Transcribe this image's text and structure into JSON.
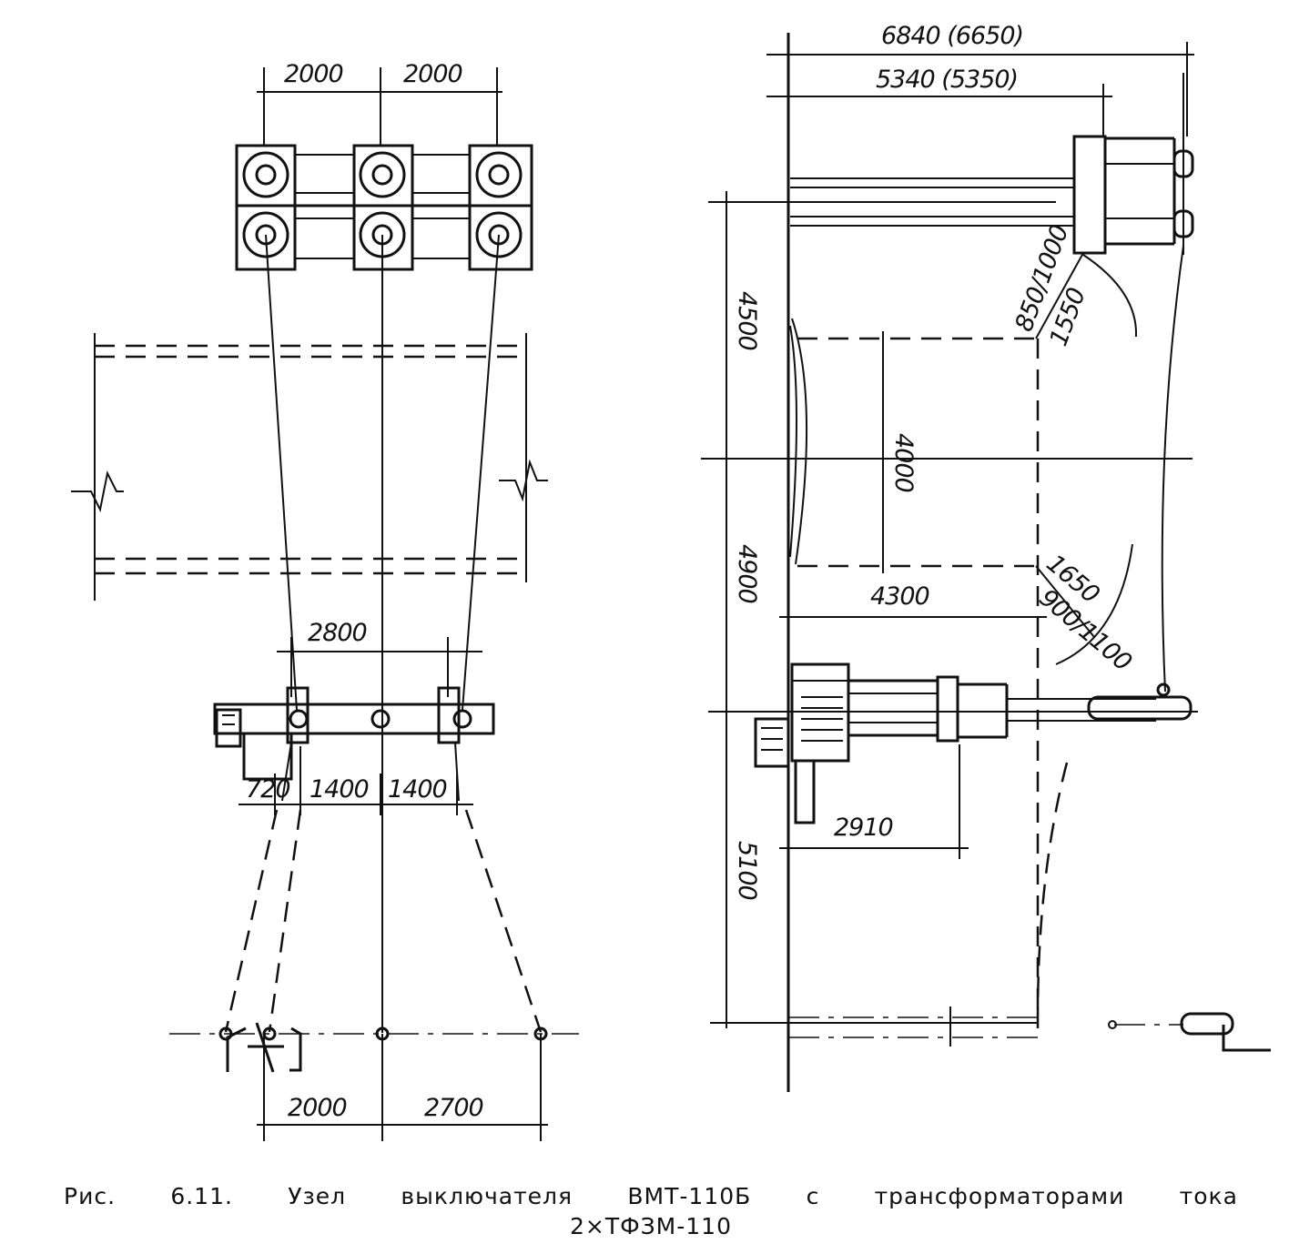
{
  "figure": {
    "caption_words": [
      "Рис.",
      "6.11.",
      "Узел",
      "выключателя",
      "ВМТ-110Б",
      "с",
      "трансформаторами",
      "тока"
    ],
    "caption_line2": "2×ТФЗМ-110"
  },
  "left_view": {
    "top_dims": [
      "2000",
      "2000"
    ],
    "mid_dim": "2800",
    "lower_dims": [
      "720",
      "1400",
      "1400"
    ],
    "bottom_dims": [
      "2000",
      "2700"
    ]
  },
  "right_view": {
    "top_dims": [
      "6840 (6650)",
      "5340 (5350)"
    ],
    "vertical_dims": [
      "4500",
      "4900",
      "5100"
    ],
    "inner_vertical": "4000",
    "horizontal_dims": [
      "4300",
      "2910"
    ],
    "clearance_upper": [
      "1550",
      "850/1000"
    ],
    "clearance_lower": [
      "1650",
      "900/1100"
    ]
  }
}
